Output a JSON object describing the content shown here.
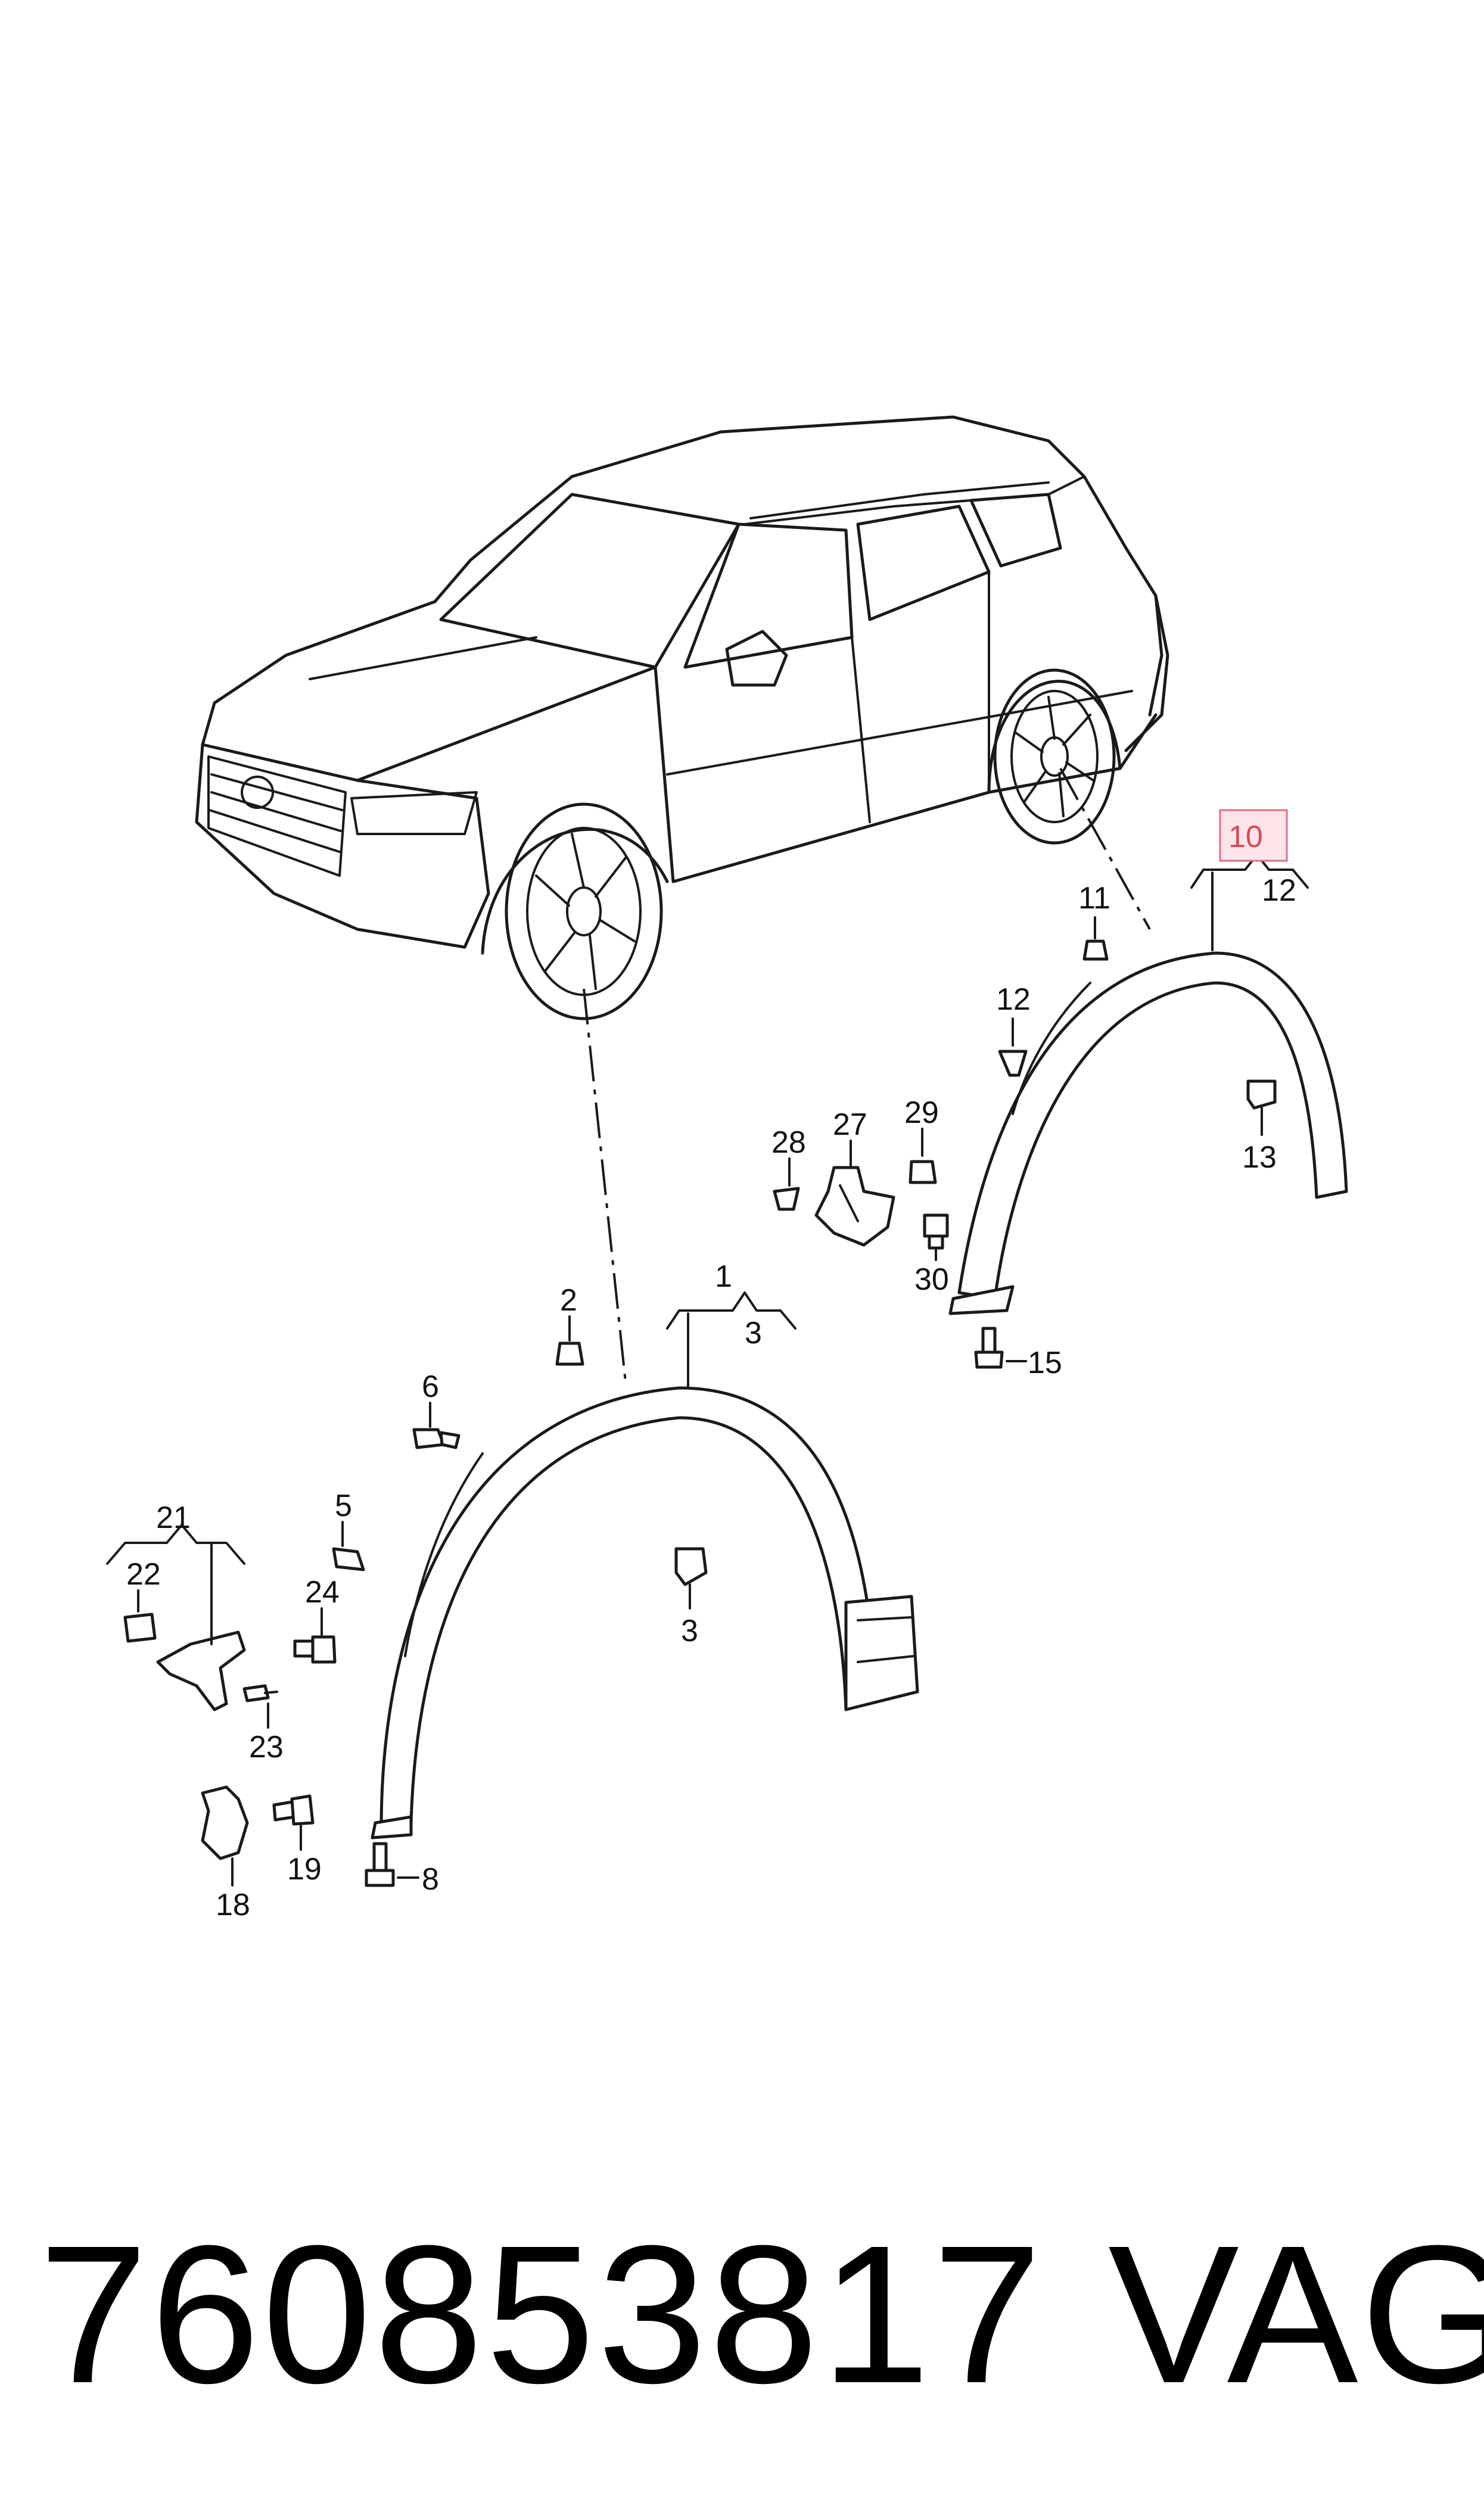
{
  "callouts": {
    "c1": "1",
    "c2": "2",
    "c3a": "3",
    "c3b": "3",
    "c5": "5",
    "c6": "6",
    "c8": "8",
    "c10": "10",
    "c11": "11",
    "c12a": "12",
    "c12b": "12",
    "c13": "13",
    "c15": "15",
    "c18": "18",
    "c19": "19",
    "c21": "21",
    "c22": "22",
    "c23": "23",
    "c24": "24",
    "c27": "27",
    "c28": "28",
    "c29": "29",
    "c30": "30"
  },
  "highlight_color": "#e0707f",
  "footer": {
    "part_number": "760853817",
    "brand": "VAG"
  }
}
